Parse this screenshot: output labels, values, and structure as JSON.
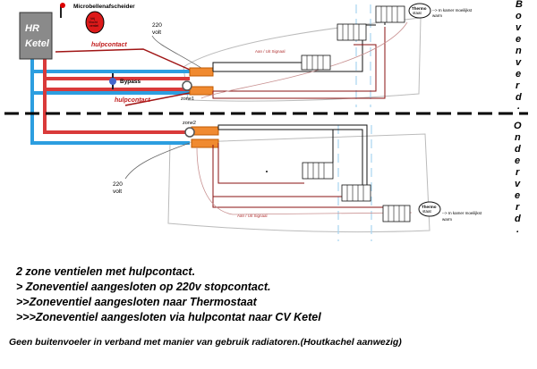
{
  "diagram": {
    "boiler": {
      "line1": "HR",
      "line2": "Ketel"
    },
    "separator": "Microbellenafscheider",
    "red_valve_text": [
      "Vrij",
      "Vlocht",
      "ventiel"
    ],
    "bypass": "Bypass",
    "hulpcontact": "hulpcontact",
    "voltage_top": [
      "220",
      "volt"
    ],
    "voltage_bottom": [
      "220",
      "volt"
    ],
    "signal": "Aan / Uit Signaal",
    "zone1": "zone1",
    "zone2": "zone2",
    "thermostat": [
      "Thermo",
      "staat"
    ],
    "room_note": [
      "--> In kamer moeilijkst",
      "warm"
    ],
    "side_top": [
      "B",
      "o",
      "v",
      "e",
      "n",
      "v",
      "e",
      "r",
      "d",
      "."
    ],
    "side_bottom": [
      "O",
      "n",
      "d",
      "e",
      "r",
      "v",
      "e",
      "r",
      "d",
      "."
    ]
  },
  "notes": [
    "2 zone ventielen met hulpcontact.",
    "> Zoneventiel aangesloten op 220v stopcontact.",
    ">>Zoneventiel aangesloten  naar Thermostaat",
    ">>>Zoneventiel aangesloten via hulpcontat naar CV Ketel"
  ],
  "footnote": "Geen buitenvoeler in verband met manier van gebruik radiatoren.(Houtkachel aanwezig)"
}
